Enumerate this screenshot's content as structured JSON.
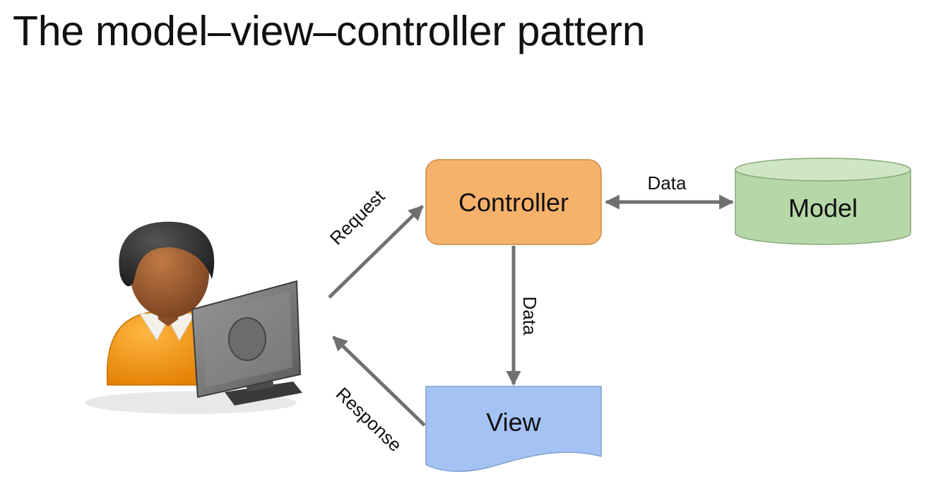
{
  "title": "The model–view–controller pattern",
  "nodes": {
    "controller": "Controller",
    "model": "Model",
    "view": "View"
  },
  "edges": {
    "request": "Request",
    "response": "Response",
    "controller_model": "Data",
    "controller_view": "Data"
  },
  "colors": {
    "controller_fill": "#f6b26b",
    "model_fill": "#b6d7a8",
    "view_fill": "#a4c2f4",
    "arrow": "#707070",
    "user_shirt": "#f39a1c",
    "user_skin": "#9b5a2c",
    "user_hair": "#2b2b2b"
  },
  "icons": {
    "user": "user-at-computer-icon"
  }
}
